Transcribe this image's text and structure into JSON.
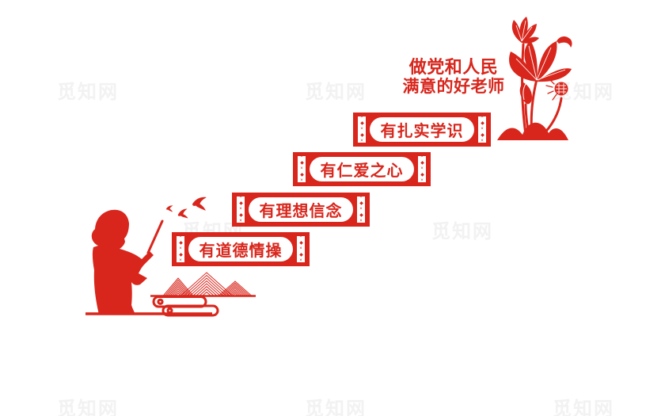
{
  "meta": {
    "background_color": "#ffffff",
    "accent_red": "#d8261c",
    "watermark_color": "#f2f2f2"
  },
  "slogan": {
    "line1": "做党和人民",
    "line2": "满意的好老师"
  },
  "steps": [
    {
      "label": "有扎实学识"
    },
    {
      "label": "有仁爱之心"
    },
    {
      "label": "有理想信念"
    },
    {
      "label": "有道德情操"
    }
  ],
  "decor": {
    "lattice_pattern": "×◆×◆×",
    "icons": {
      "teacher": "teacher-silhouette-icon",
      "pointer": "pointer-stick-icon",
      "birds": "swallow-birds-icon",
      "mountains": "mountain-lines-icon",
      "clouds": "auspicious-cloud-icon",
      "lotus": "lotus-flower-icon",
      "mound": "lotus-mound-icon"
    }
  },
  "watermark": {
    "text": "觅知网"
  }
}
